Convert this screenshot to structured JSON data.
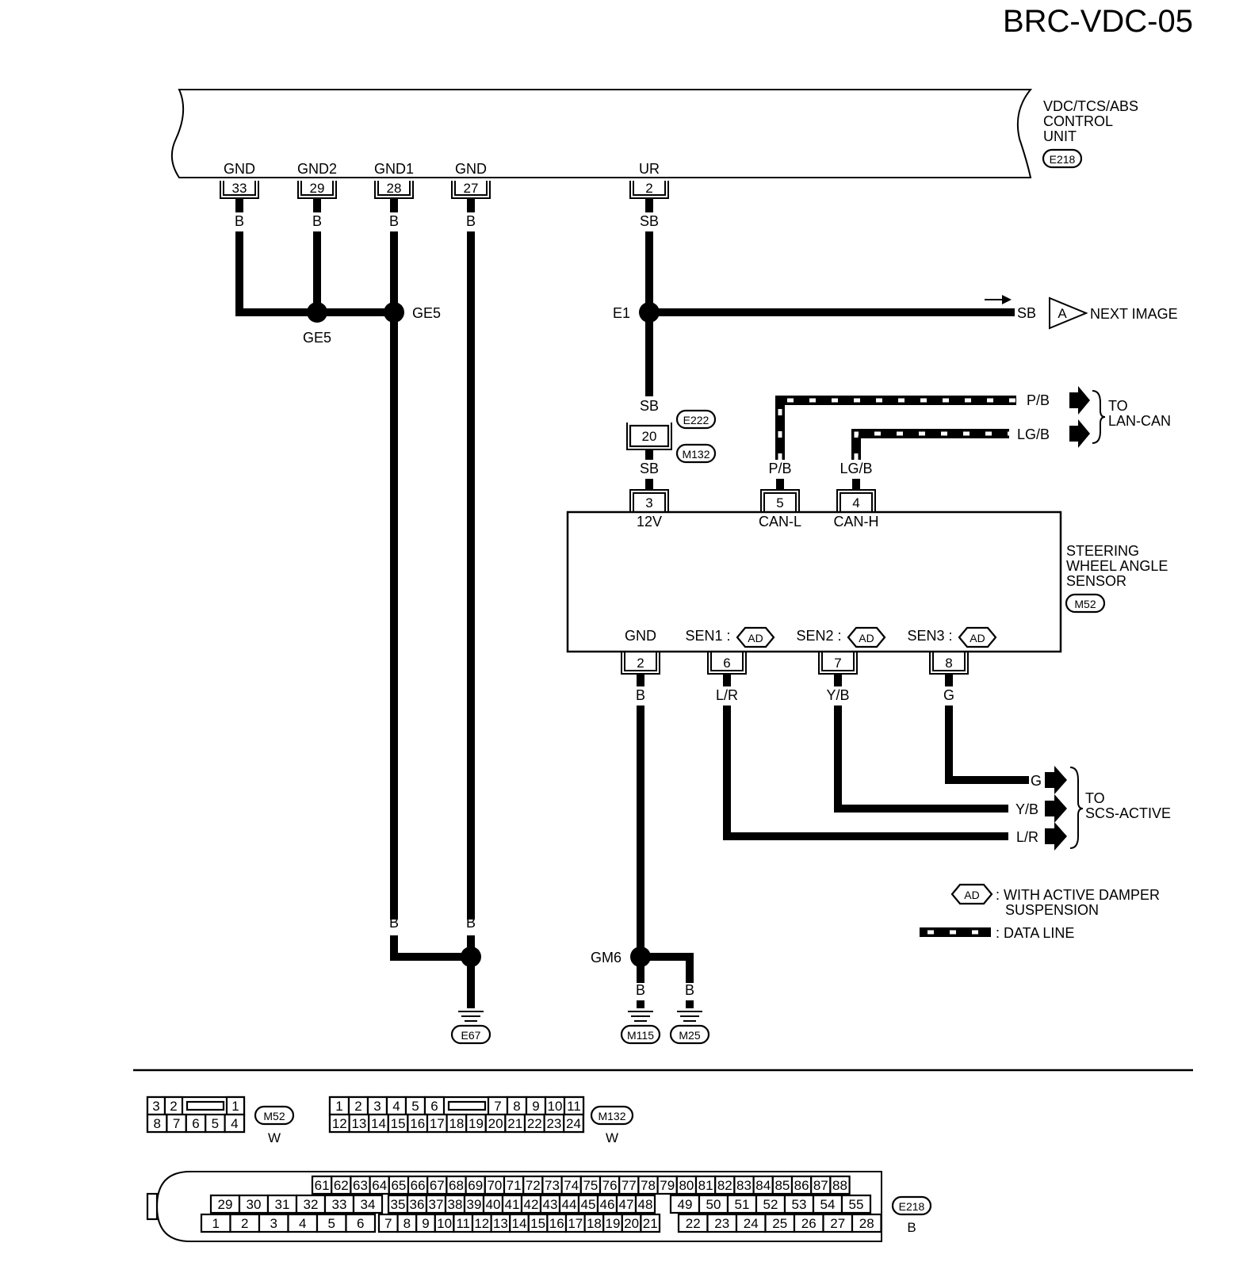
{
  "page_code": "BRC-VDC-05",
  "control_unit": {
    "name_lines": [
      "VDC/TCS/ABS",
      "CONTROL",
      "UNIT"
    ],
    "connector": "E218",
    "pins": [
      {
        "name": "GND",
        "num": "33",
        "wire": "B"
      },
      {
        "name": "GND2",
        "num": "29",
        "wire": "B"
      },
      {
        "name": "GND1",
        "num": "28",
        "wire": "B"
      },
      {
        "name": "GND",
        "num": "27",
        "wire": "B"
      },
      {
        "name": "UR",
        "num": "2",
        "wire": "SB"
      }
    ]
  },
  "junctions": {
    "ge5_left": "GE5",
    "ge5_right": "GE5",
    "e1": "E1",
    "gm6": "GM6"
  },
  "next_image": {
    "wire": "SB",
    "tag": "A",
    "label": "NEXT IMAGE"
  },
  "inline_connector": {
    "num": "20",
    "wire_top": "SB",
    "wire_bottom": "SB",
    "conn_top": "E222",
    "conn_bottom": "M132"
  },
  "sensor": {
    "name_lines": [
      "STEERING",
      "WHEEL ANGLE",
      "SENSOR"
    ],
    "connector": "M52",
    "top_pins": [
      {
        "num": "3",
        "name": "12V",
        "wire": "SB"
      },
      {
        "num": "5",
        "name": "CAN-L",
        "wire": "P/B"
      },
      {
        "num": "4",
        "name": "CAN-H",
        "wire": "LG/B"
      }
    ],
    "bottom_pins": [
      {
        "num": "2",
        "name": "GND",
        "wire": "B",
        "ad": false
      },
      {
        "num": "6",
        "name": "SEN1 :",
        "wire": "L/R",
        "ad": true
      },
      {
        "num": "7",
        "name": "SEN2 :",
        "wire": "Y/B",
        "ad": true
      },
      {
        "num": "8",
        "name": "SEN3 :",
        "wire": "G",
        "ad": true
      }
    ]
  },
  "lan_can": {
    "wires": [
      "P/B",
      "LG/B"
    ],
    "to_lines": [
      "TO",
      "LAN-CAN"
    ]
  },
  "scs_active": {
    "wires": [
      "G",
      "Y/B",
      "L/R"
    ],
    "to_lines": [
      "TO",
      "SCS-ACTIVE"
    ]
  },
  "legend": {
    "ad_tag": "AD",
    "ad_text_lines": [
      ": WITH ACTIVE DAMPER",
      "SUSPENSION"
    ],
    "data_line_text": ": DATA LINE"
  },
  "grounds": {
    "left_wires": [
      "B",
      "B"
    ],
    "left_ground": "E67",
    "right_wires": [
      "B",
      "B"
    ],
    "right_grounds": [
      "M115",
      "M25"
    ]
  },
  "connector_views": {
    "m52": {
      "id": "M52",
      "color": "W",
      "top": [
        "3",
        "2",
        "1"
      ],
      "bottom": [
        "8",
        "7",
        "6",
        "5",
        "4"
      ]
    },
    "m132": {
      "id": "M132",
      "color": "W",
      "top": [
        "1",
        "2",
        "3",
        "4",
        "5",
        "6",
        "7",
        "8",
        "9",
        "10",
        "11"
      ],
      "bottom": [
        "12",
        "13",
        "14",
        "15",
        "16",
        "17",
        "18",
        "19",
        "20",
        "21",
        "22",
        "23",
        "24"
      ]
    },
    "e218": {
      "id": "E218",
      "color": "B",
      "row1": [
        "61",
        "62",
        "63",
        "64",
        "65",
        "66",
        "67",
        "68",
        "69",
        "70",
        "71",
        "72",
        "73",
        "74",
        "75",
        "76",
        "77",
        "78",
        "79",
        "80",
        "81",
        "82",
        "83",
        "84",
        "85",
        "86",
        "87",
        "88"
      ],
      "row2": [
        "29",
        "30",
        "31",
        "32",
        "33",
        "34",
        "35",
        "36",
        "37",
        "38",
        "39",
        "40",
        "41",
        "42",
        "43",
        "44",
        "45",
        "46",
        "47",
        "48",
        "49",
        "50",
        "51",
        "52",
        "53",
        "54",
        "55"
      ],
      "row3": [
        "1",
        "2",
        "3",
        "4",
        "5",
        "6",
        "7",
        "8",
        "9",
        "10",
        "11",
        "12",
        "13",
        "14",
        "15",
        "16",
        "17",
        "18",
        "19",
        "20",
        "21",
        "22",
        "23",
        "24",
        "25",
        "26",
        "27",
        "28"
      ]
    }
  }
}
